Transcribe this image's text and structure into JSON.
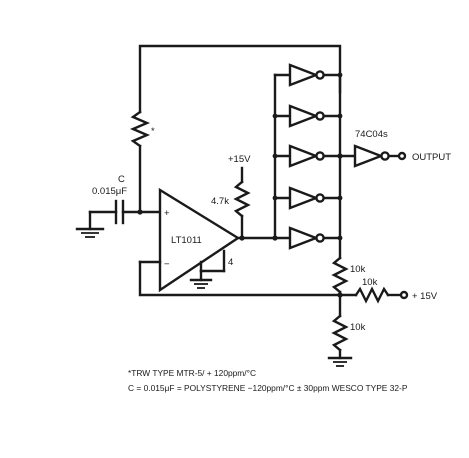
{
  "labels": {
    "resistor_star": "*",
    "capacitor_name": "C",
    "capacitor_value": "0.015μF",
    "supply_top": "+15V",
    "pullup_value": "4.7k",
    "opamp_name": "LT1011",
    "opamp_plus": "+",
    "opamp_minus": "−",
    "opamp_pin": "4",
    "buffer_name": "74C04s",
    "output": "OUTPUT",
    "r_upper": "10k",
    "r_right": "10k",
    "supply_right": "+ 15V",
    "r_lower": "10k"
  },
  "notes": {
    "line1": "*TRW TYPE MTR-5/ + 120ppm/°C",
    "line2": "C = 0.015μF = POLYSTYRENE −120ppm/°C ± 30ppm WESCO TYPE 32-P"
  },
  "colors": {
    "ink": "#1a1a1a",
    "background": "#ffffff"
  }
}
